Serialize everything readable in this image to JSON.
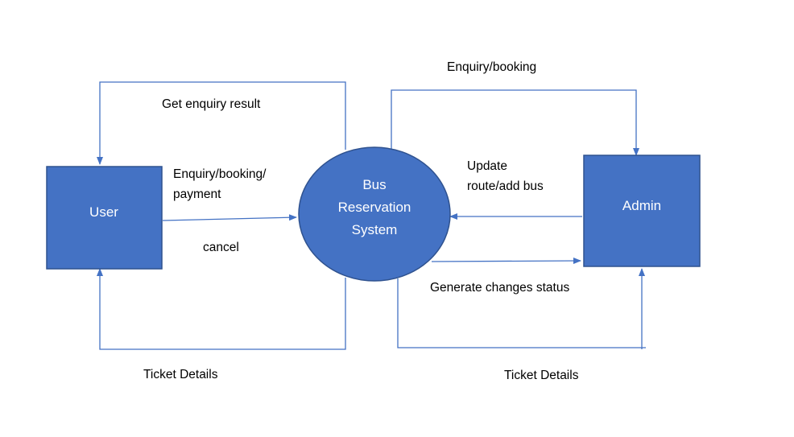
{
  "colors": {
    "node_fill": "#4472C4",
    "node_border": "#2F528F",
    "edge": "#4472C4",
    "node_text": "#ffffff",
    "label_text": "#000000"
  },
  "nodes": {
    "user": "User",
    "system_line1": "Bus",
    "system_line2": "Reservation",
    "system_line3": "System",
    "admin": "Admin"
  },
  "flows": {
    "get_enquiry_result": "Get enquiry result",
    "user_request_line1": "Enquiry/booking/",
    "user_request_line2": "payment",
    "cancel": "cancel",
    "ticket_details_user": "Ticket Details",
    "enquiry_booking_admin": "Enquiry/booking",
    "update_line1": "Update",
    "update_line2": "route/add bus",
    "generate_changes_status": "Generate changes status",
    "ticket_details_admin": "Ticket Details"
  }
}
